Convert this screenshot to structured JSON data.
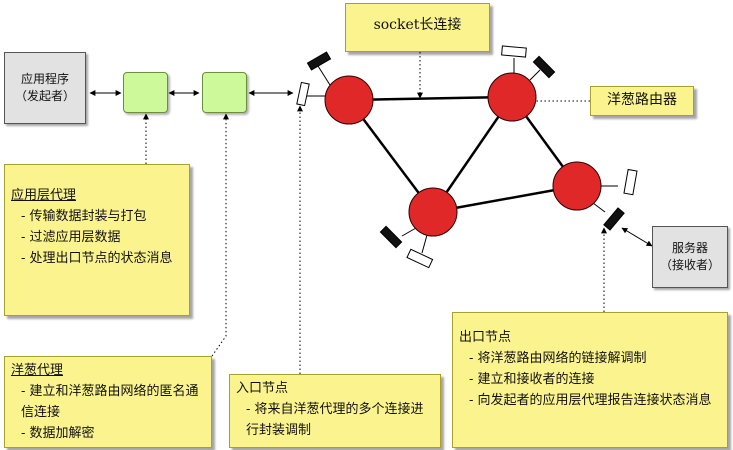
{
  "labels": {
    "socket": "socket长连接",
    "router": "洋葱路由器",
    "app": [
      "应用程序",
      "（发起者）"
    ],
    "server": [
      "服务器",
      "（接收者）"
    ]
  },
  "notes": {
    "app_proxy": {
      "title": "应用层代理",
      "items": [
        "- 传输数据封装与打包",
        "- 过滤应用层数据",
        "- 处理出口节点的状态消息"
      ]
    },
    "onion_proxy": {
      "title": "洋葱代理",
      "items": [
        "- 建立和洋葱路由网络的匿名通信连接",
        "- 数据加解密"
      ]
    },
    "entry_node": {
      "title": "入口节点",
      "items": [
        "- 将来自洋葱代理的多个连接进行封装调制"
      ]
    },
    "exit_node": {
      "title": "出口节点",
      "items": [
        "- 将洋葱路由网络的链接解调制",
        "- 建立和接收者的连接",
        "- 向发起者的应用层代理报告连接状态消息"
      ]
    }
  },
  "colors": {
    "router": "#e02828",
    "proxy_box": "#cdf99a",
    "note": "#fbf48e",
    "endpoint": "#e2e2e2"
  }
}
